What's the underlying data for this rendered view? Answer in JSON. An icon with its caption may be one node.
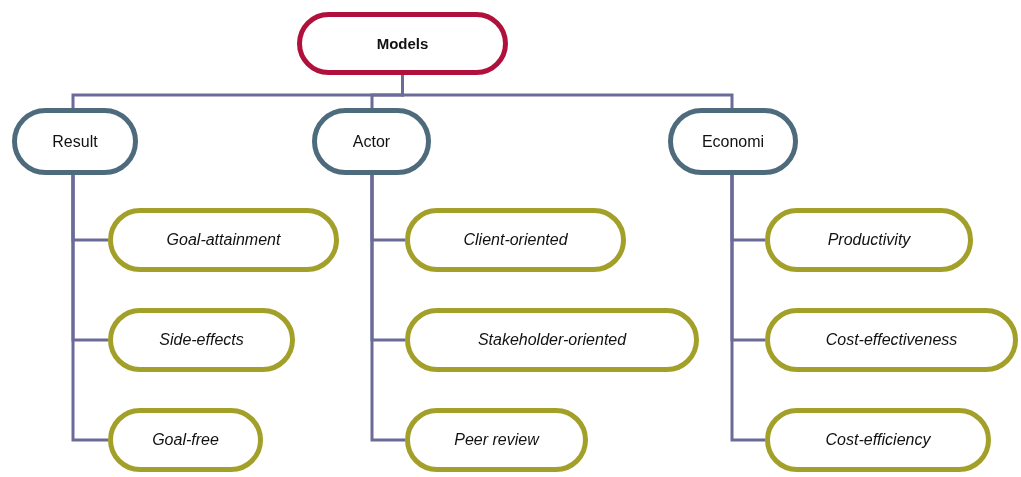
{
  "diagram": {
    "nodes": [
      {
        "text": [
          "Models"
        ]
      },
      {
        "text": [
          "Result"
        ]
      },
      {
        "text": [
          "Actor"
        ]
      },
      {
        "text": [
          "Economi"
        ]
      },
      {
        "text": [
          "Goal-attainment"
        ]
      },
      {
        "text": [
          "Side-effects"
        ]
      },
      {
        "text": [
          "Goal-free"
        ]
      },
      {
        "text": [
          "Client-oriented"
        ]
      },
      {
        "text": [
          "Stakeholder-oriented"
        ]
      },
      {
        "text": [
          "Peer review"
        ]
      },
      {
        "text": [
          "Productivity"
        ]
      },
      {
        "text": [
          "Cost-effectiveness"
        ]
      },
      {
        "text": [
          "Cost-efficiency"
        ]
      }
    ],
    "edges": [
      {
        "from": 0,
        "to": 1,
        "arrow": "none"
      },
      {
        "from": 0,
        "to": 2,
        "arrow": "none"
      },
      {
        "from": 0,
        "to": 3,
        "arrow": "none"
      },
      {
        "from": 1,
        "to": 4,
        "arrow": "none"
      },
      {
        "from": 1,
        "to": 5,
        "arrow": "none"
      },
      {
        "from": 1,
        "to": 6,
        "arrow": "none"
      },
      {
        "from": 2,
        "to": 7,
        "arrow": "none"
      },
      {
        "from": 2,
        "to": 8,
        "arrow": "none"
      },
      {
        "from": 2,
        "to": 9,
        "arrow": "none"
      },
      {
        "from": 3,
        "to": 10,
        "arrow": "none"
      },
      {
        "from": 3,
        "to": 11,
        "arrow": "none"
      },
      {
        "from": 3,
        "to": 12,
        "arrow": "none"
      }
    ]
  }
}
